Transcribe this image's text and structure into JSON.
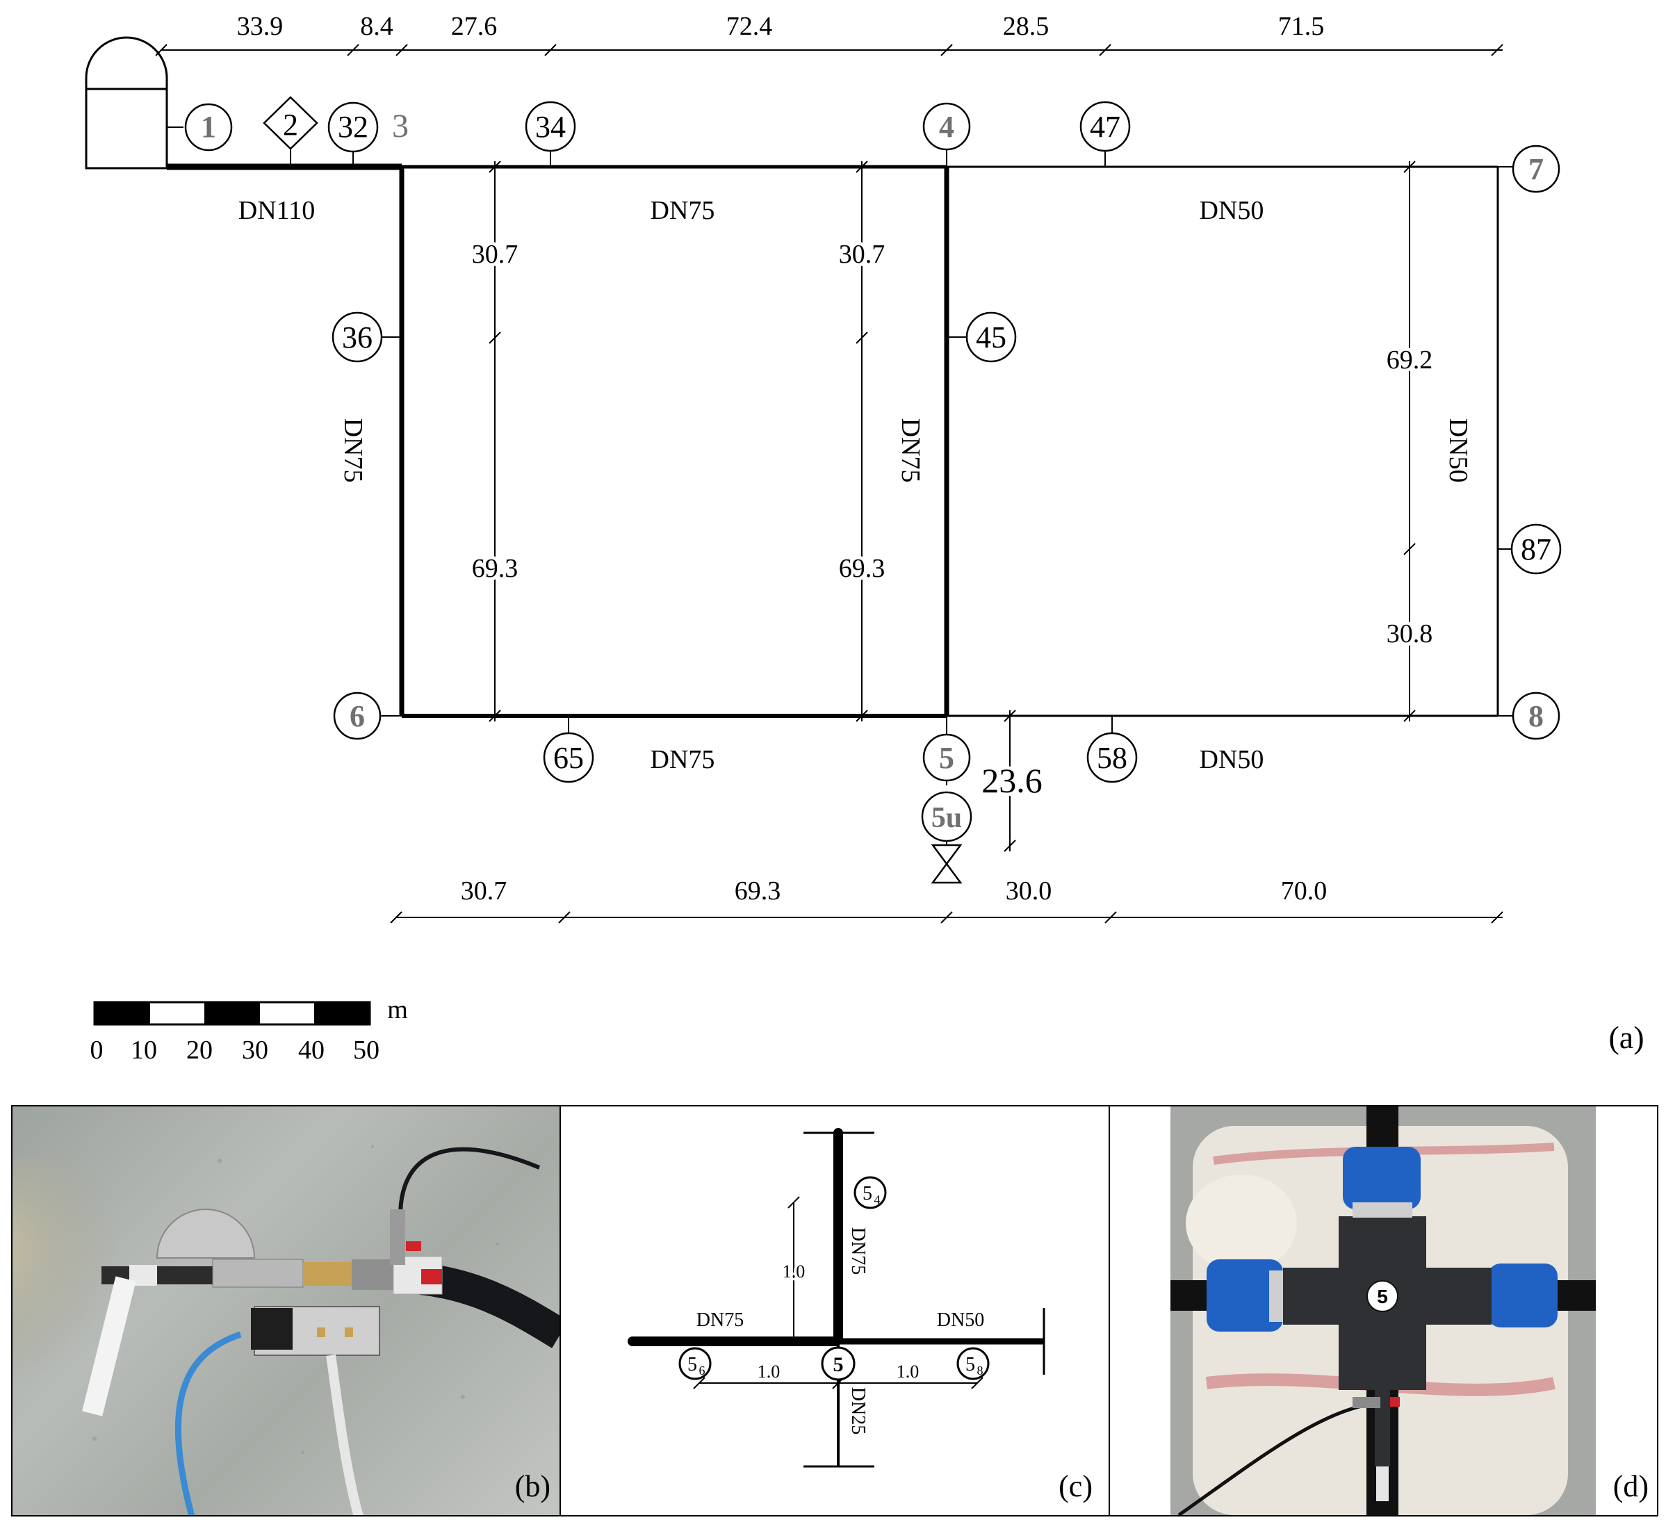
{
  "panel_a": {
    "label": "(a)",
    "node_labels": [
      "1",
      "2",
      "32",
      "3",
      "34",
      "4",
      "47",
      "7",
      "36",
      "45",
      "87",
      "6",
      "65",
      "5",
      "58",
      "8",
      "5u"
    ],
    "pipe_labels": {
      "dn110": "DN110",
      "dn75_top": "DN75",
      "dn50_top": "DN50",
      "dn75_left": "DN75",
      "dn75_mid": "DN75",
      "dn50_right": "DN50",
      "dn75_bottom": "DN75",
      "dn50_bottom": "DN50"
    },
    "top_dims": [
      "33.9",
      "8.4",
      "27.6",
      "72.4",
      "28.5",
      "71.5"
    ],
    "bottom_dims": [
      "30.7",
      "69.3",
      "30.0",
      "70.0"
    ],
    "vertical_dims": {
      "left_upper": "30.7",
      "left_lower": "69.3",
      "mid_upper": "30.7",
      "mid_lower": "69.3",
      "right_upper": "69.2",
      "right_lower": "30.8",
      "outlet": "23.6"
    },
    "scale_bar": {
      "unit": "m",
      "ticks": [
        "0",
        "10",
        "20",
        "30",
        "40",
        "50"
      ]
    }
  },
  "panel_b": {
    "label": "(b)"
  },
  "panel_c": {
    "label": "(c)",
    "pipe_labels": {
      "left": "DN75",
      "right": "DN50",
      "up": "DN75",
      "down": "DN25"
    },
    "node_center": "5",
    "node_up_main": "5",
    "node_up_sub": "4",
    "node_left_main": "5",
    "node_left_sub": "6",
    "node_right_main": "5",
    "node_right_sub": "8",
    "dims": {
      "vertical": "1.0",
      "left": "1.0",
      "right": "1.0"
    }
  },
  "panel_d": {
    "label": "(d)",
    "node_label": "5"
  },
  "colors": {
    "line": "#000000",
    "node_gray": "#707070",
    "pipe_blue": "#1f62c4",
    "pipe_black": "#111111"
  }
}
